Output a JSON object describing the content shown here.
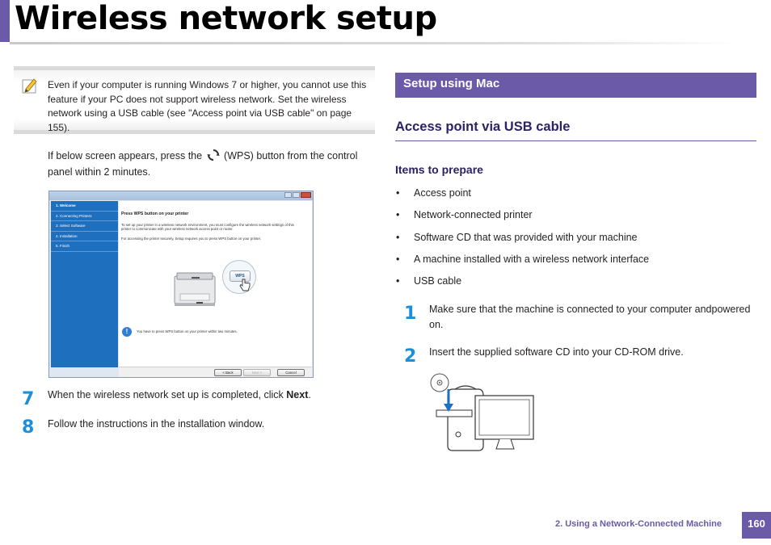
{
  "header": {
    "title": "Wireless network setup"
  },
  "note": {
    "lines": [
      "Even if your computer is running Windows 7 or higher, you cannot use this",
      "feature if your PC does not support wireless network. Set the wireless",
      "network using a USB cable (see \"Access point via USB cable\" on page 155)."
    ]
  },
  "intro": {
    "before_icon": "If below screen appears, press the",
    "after_icon": "(WPS) button from the control",
    "line2": "panel within 2 minutes."
  },
  "screenshot": {
    "sidebar": [
      "1. Welcome",
      "2. Connecting Printers",
      "3. Select Software",
      "4. Installation",
      "5. Finish"
    ],
    "heading": "Press WPS button on your printer",
    "para1_line1": "To set up your printer in a wireless network environment, you must configure the wireless network settings of this",
    "para1_line2": "printer to communicate with your wireless network access point or router.",
    "para2": "For accessing the printer securely, Setup requires you to press WPS button on your printer.",
    "wps_label": "WPS",
    "info_text": "You have to press WPS button on your printer within two minutes.",
    "buttons": {
      "back": "< Back",
      "next": "Next >",
      "cancel": "Cancel"
    }
  },
  "left_steps": [
    {
      "num": "7",
      "before": "When the wireless network set up is completed, click ",
      "bold": "Next",
      "after": "."
    },
    {
      "num": "8",
      "text": "Follow the instructions in the installation window."
    }
  ],
  "right": {
    "section_title": "Setup using Mac",
    "subheading": "Access point via USB cable",
    "items_heading": "Items to prepare",
    "bullet_symbol": "•",
    "items": [
      "Access point",
      "Network-connected printer",
      "Software CD that was provided with your machine",
      "A machine installed with a wireless network interface",
      "USB cable"
    ],
    "steps": [
      {
        "num": "1",
        "line1": "Make sure that the machine is connected to your computer andpowered",
        "line2": "on."
      },
      {
        "num": "2",
        "text": "Insert the supplied software CD into your CD-ROM drive."
      }
    ]
  },
  "footer": {
    "chapter": "2.  Using a Network-Connected Machine",
    "page": "160"
  },
  "colors": {
    "accent": "#6b5aa8",
    "step_blue": "#1d8fd8",
    "heading_navy": "#2b2363"
  },
  "icons": {
    "note": "pencil-note-icon",
    "wps": "wps-icon"
  }
}
